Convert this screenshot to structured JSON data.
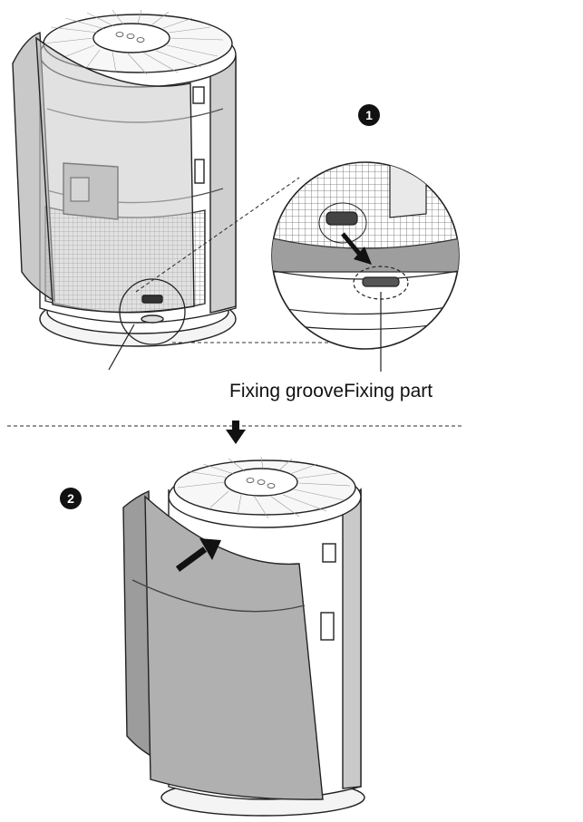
{
  "steps": [
    {
      "number": "1"
    },
    {
      "number": "2"
    }
  ],
  "labels": {
    "fixing_groove": "Fixing groove",
    "fixing_part": "Fixing part"
  },
  "icons": {
    "step1": "air-purifier-cover-open-illustration",
    "zoom": "magnified-fixing-detail",
    "step2": "air-purifier-cover-close-illustration",
    "down_arrow": "down-arrow-icon",
    "push_arrow": "push-arrow-icon"
  }
}
